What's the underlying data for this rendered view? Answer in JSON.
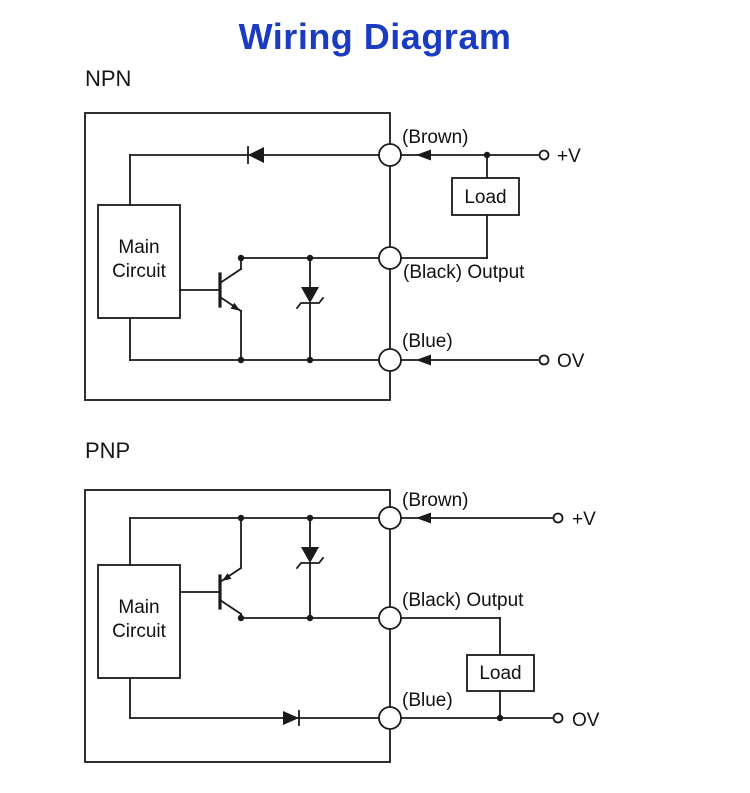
{
  "title": "Wiring Diagram",
  "colors": {
    "title": "#1a3cc1",
    "stroke": "#1a1a1a"
  },
  "npn": {
    "label": "NPN",
    "main_line1": "Main",
    "main_line2": "Circuit",
    "load": "Load",
    "brown": "(Brown)",
    "black": "(Black) Output",
    "blue": "(Blue)",
    "plus_v": "+V",
    "zero_v": "OV"
  },
  "pnp": {
    "label": "PNP",
    "main_line1": "Main",
    "main_line2": "Circuit",
    "load": "Load",
    "brown": "(Brown)",
    "black": "(Black) Output",
    "blue": "(Blue)",
    "plus_v": "+V",
    "zero_v": "OV"
  }
}
